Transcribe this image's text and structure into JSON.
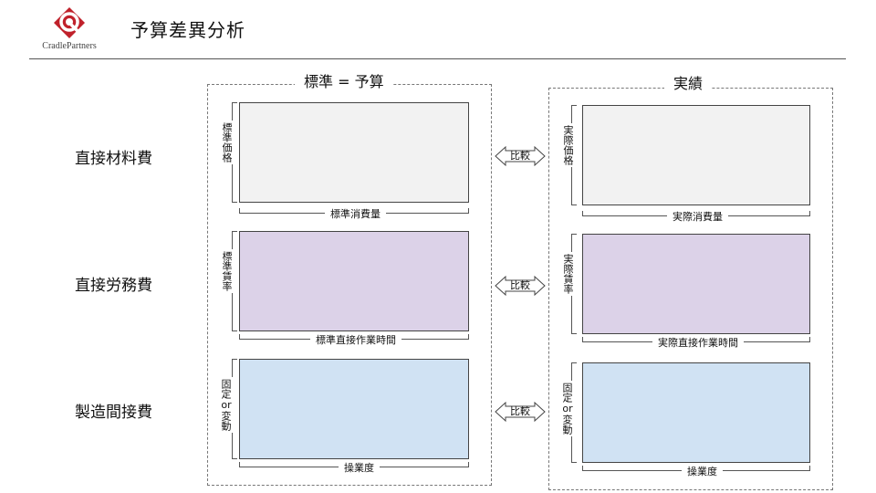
{
  "header": {
    "logo_text": "CradlePartners",
    "title": "予算差異分析"
  },
  "groups": {
    "standard_title": "標準 = 予算",
    "actual_title": "実績"
  },
  "rows": [
    {
      "label": "直接材料費",
      "standard": {
        "vertical_label": "標準価格",
        "horizontal_label": "標準消費量"
      },
      "actual": {
        "vertical_label": "実際価格",
        "horizontal_label": "実際消費量"
      },
      "compare_label": "比較",
      "fill_color": "#f2f2f2"
    },
    {
      "label": "直接労務費",
      "standard": {
        "vertical_label": "標準賃率",
        "horizontal_label": "標準直接作業時間"
      },
      "actual": {
        "vertical_label": "実際賃率",
        "horizontal_label": "実際直接作業時間"
      },
      "compare_label": "比較",
      "fill_color": "#dcd2e8"
    },
    {
      "label": "製造間接費",
      "standard": {
        "vertical_label_top": "固定",
        "vertical_label_mid": "or",
        "vertical_label_bottom": "変動",
        "horizontal_label": "操業度"
      },
      "actual": {
        "vertical_label_top": "固定",
        "vertical_label_mid": "or",
        "vertical_label_bottom": "変動",
        "horizontal_label": "操業度"
      },
      "compare_label": "比較",
      "fill_color": "#d0e2f3"
    }
  ],
  "colors": {
    "logo_red": "#c0212b",
    "border": "#444444"
  }
}
